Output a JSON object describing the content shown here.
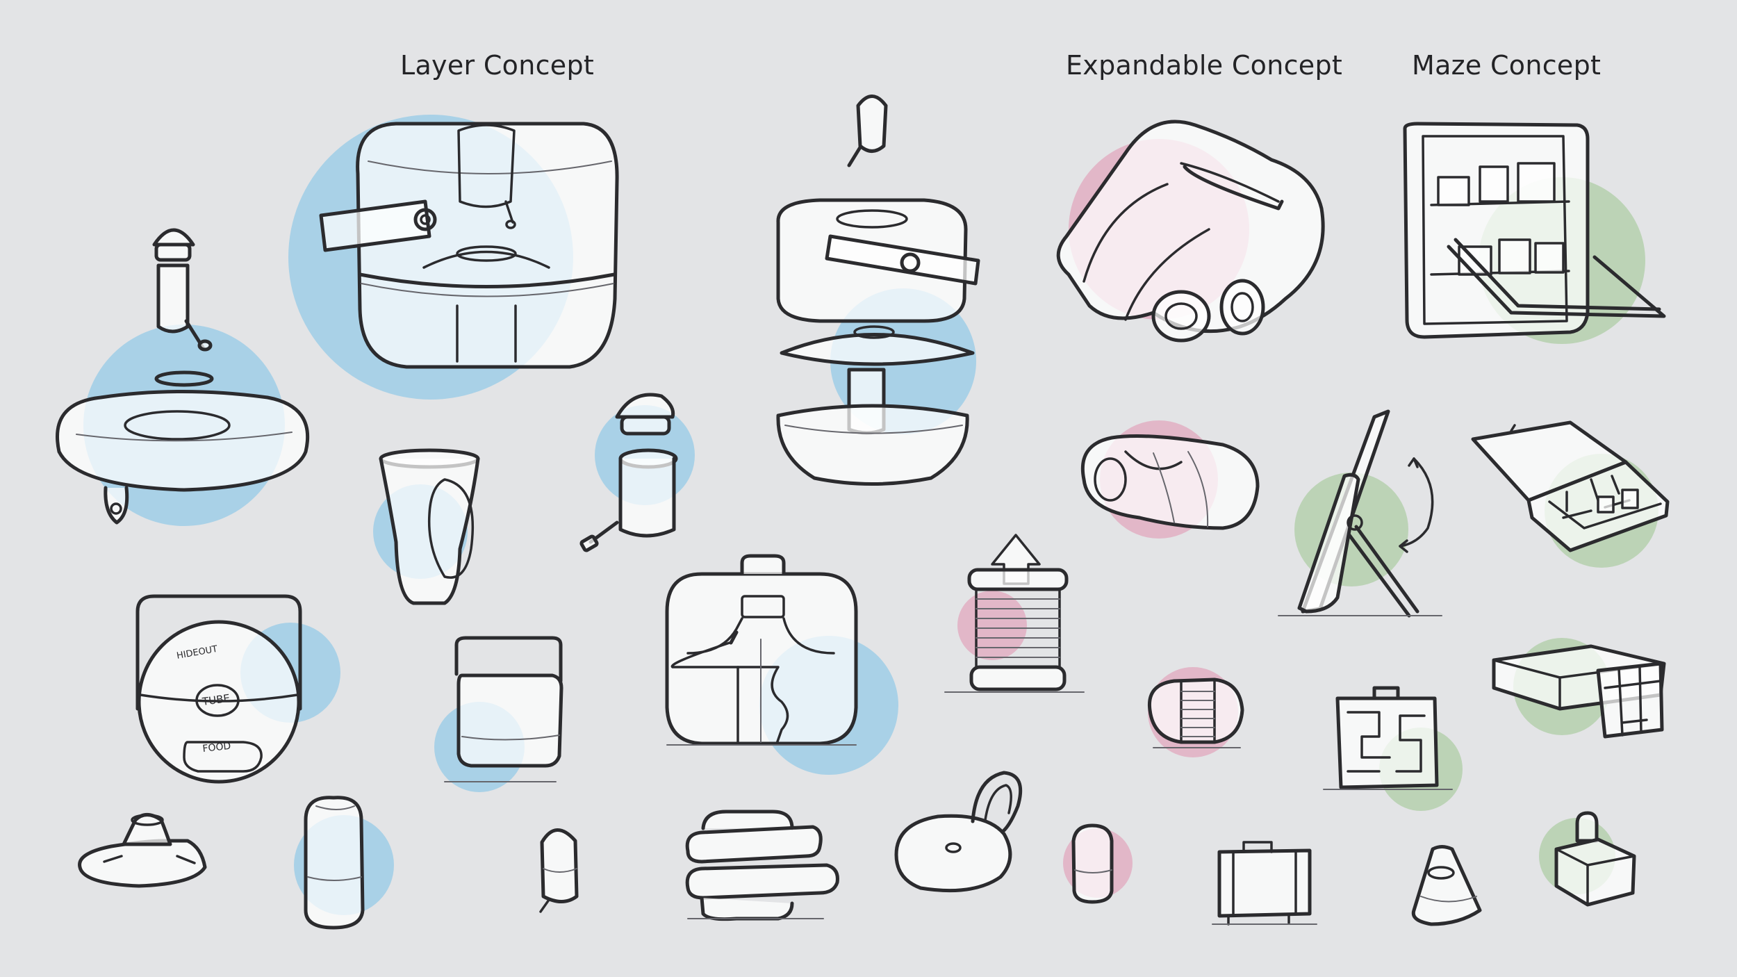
{
  "headings": {
    "layer": "Layer Concept",
    "expandable": "Expandable Concept",
    "maze": "Maze Concept"
  },
  "sketch_labels": {
    "hideout": "HIDEOUT",
    "tube": "TUBE",
    "food": "FOOD"
  },
  "colors": {
    "background": "#e3e4e6",
    "layer_concept": "#a9d1e7",
    "expandable_concept": "#e2b7c8",
    "maze_concept": "#bcd3b6",
    "ink": "#2b2b2e"
  }
}
